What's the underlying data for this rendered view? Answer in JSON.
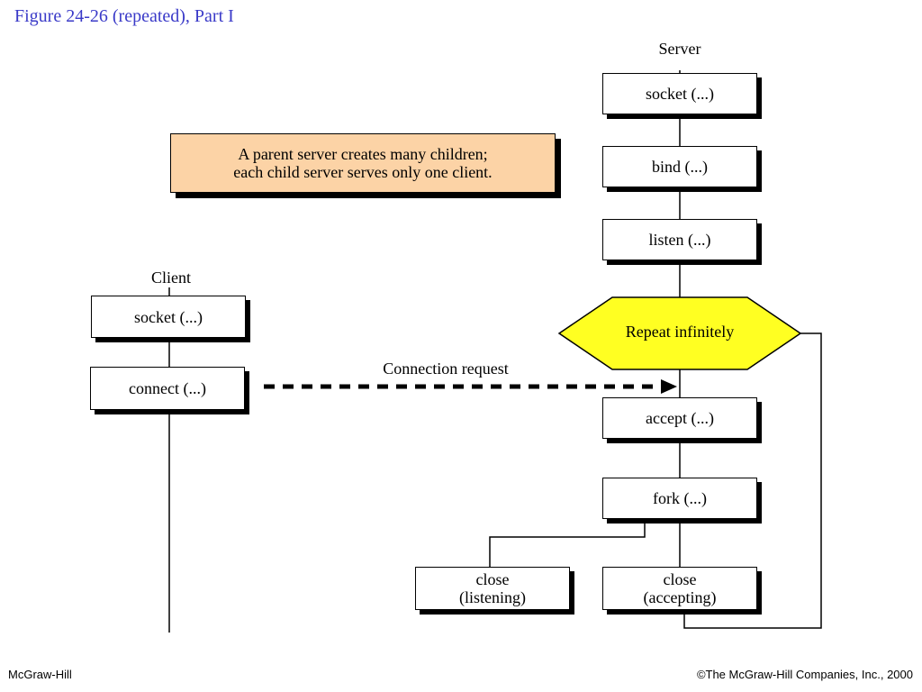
{
  "title": "Figure  24-26 (repeated), Part I",
  "server_label": "Server",
  "client_label": "Client",
  "note": {
    "line1": "A parent server creates many children;",
    "line2": "each child server serves only one client."
  },
  "server": {
    "socket": "socket (...)",
    "bind": "bind (...)",
    "listen": "listen (...)",
    "repeat": "Repeat infinitely",
    "accept": "accept (...)",
    "fork": "fork (...)",
    "close_listening": [
      "close",
      "(listening)"
    ],
    "close_accepting": [
      "close",
      "(accepting)"
    ]
  },
  "client": {
    "socket": "socket (...)",
    "connect": "connect (...)"
  },
  "connection_label": "Connection request",
  "footer": {
    "left": "McGraw-Hill",
    "right": "©The McGraw-Hill Companies, Inc., 2000"
  },
  "colors": {
    "title": "#3a3ac8",
    "note_fill": "#fcd3a6",
    "hexagon_fill": "#ffff22"
  }
}
